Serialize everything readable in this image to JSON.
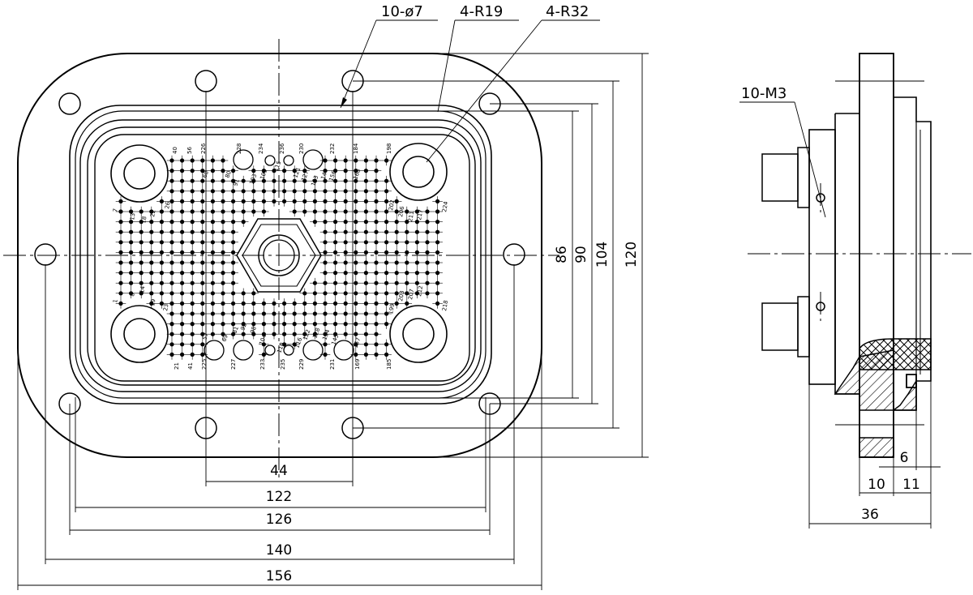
{
  "front_view": {
    "callouts": [
      "10-ø7",
      "4-R19",
      "4-R32"
    ],
    "horizontal_dimensions": [
      "44",
      "122",
      "126",
      "140",
      "156"
    ],
    "vertical_dimensions": [
      "86",
      "90",
      "104",
      "120"
    ],
    "pin_numbers_top": [
      "40",
      "56",
      "226",
      "228",
      "234",
      "236",
      "230",
      "232",
      "184",
      "198"
    ],
    "pin_numbers_top_inner": [
      "68",
      "80",
      "91",
      "103",
      "109",
      "115",
      "121",
      "127",
      "133",
      "144",
      "156",
      "168"
    ],
    "pin_numbers_left": [
      "7",
      "13",
      "18",
      "22",
      "26",
      "1",
      "8",
      "14",
      "19",
      "23"
    ],
    "pin_numbers_right": [
      "202",
      "206",
      "211",
      "217",
      "224",
      "203",
      "207",
      "212",
      "218",
      "199"
    ],
    "pin_numbers_bottom": [
      "21",
      "41",
      "225",
      "227",
      "233",
      "235",
      "229",
      "231",
      "169",
      "185"
    ],
    "pin_numbers_bottom_inner": [
      "57",
      "69",
      "81",
      "92",
      "98",
      "104",
      "110",
      "116",
      "122",
      "128",
      "134",
      "145",
      "157"
    ]
  },
  "side_view": {
    "callout": "10-M3",
    "dimensions": [
      "6",
      "10",
      "11",
      "36"
    ]
  }
}
